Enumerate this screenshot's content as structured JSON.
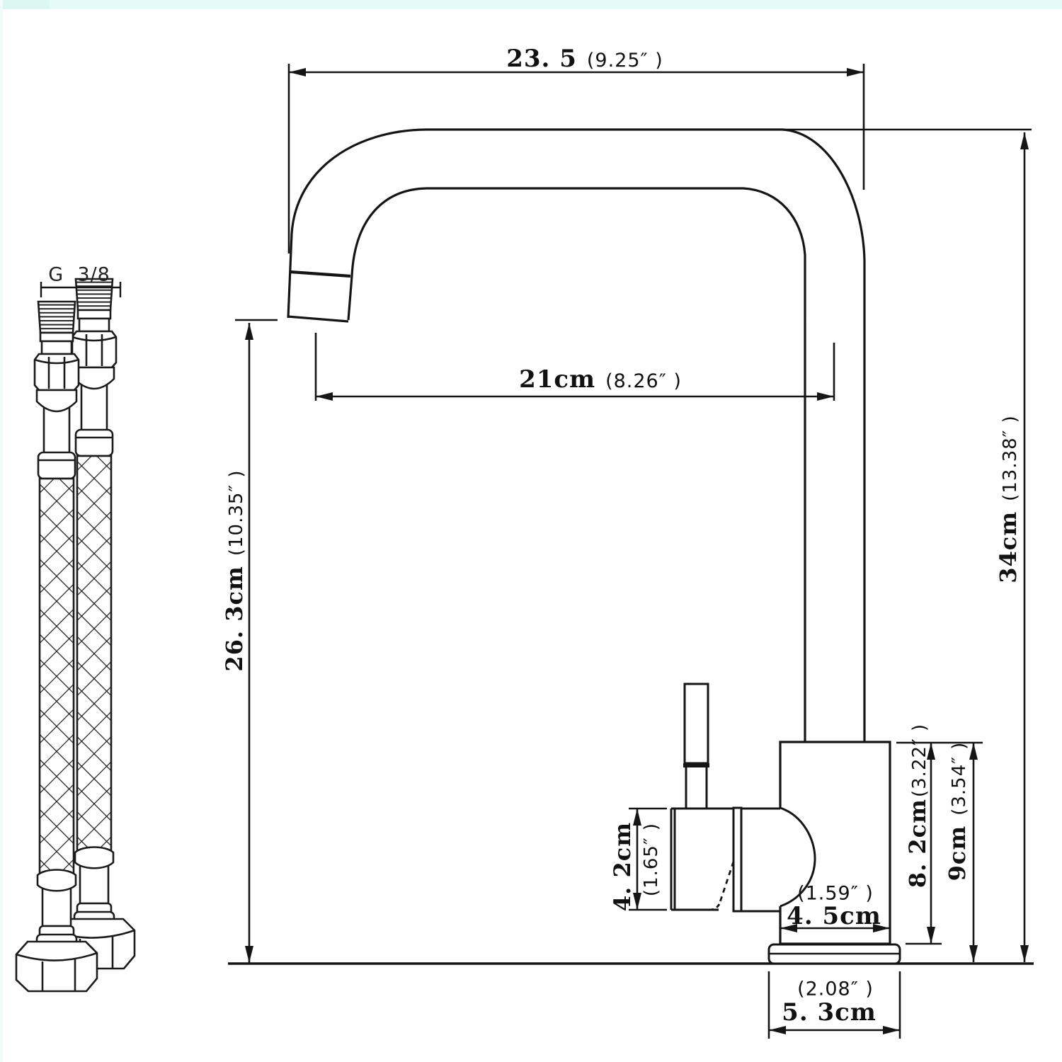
{
  "page": {
    "background": "#ffffff",
    "accent_strip_color": "#e6fbf6",
    "line_color": "#151515"
  },
  "diagram": {
    "hose_connector_label": "G  3/8",
    "dimensions": {
      "spout_width": {
        "cm": "23. 5",
        "inch": "(9.25″ )"
      },
      "spout_reach": {
        "cm": "21cm",
        "inch": "(8.26″ )"
      },
      "spout_outlet_height": {
        "cm": "26. 3cm",
        "inch": "(10.35″ )"
      },
      "overall_height": {
        "cm": "34cm",
        "inch": "(13.38″ )"
      },
      "handle_height": {
        "cm": "4. 2cm",
        "inch": "(1.65″ )"
      },
      "body_width": {
        "cm": "4. 5cm",
        "inch": "(1.59″ )"
      },
      "body_height": {
        "cm": "8. 2cm",
        "inch": "(3.22″ )"
      },
      "mount_height": {
        "cm": "9cm",
        "inch": "(3.54″ )"
      },
      "base_width": {
        "cm": "5. 3cm",
        "inch": "(2.08″ )"
      }
    }
  }
}
